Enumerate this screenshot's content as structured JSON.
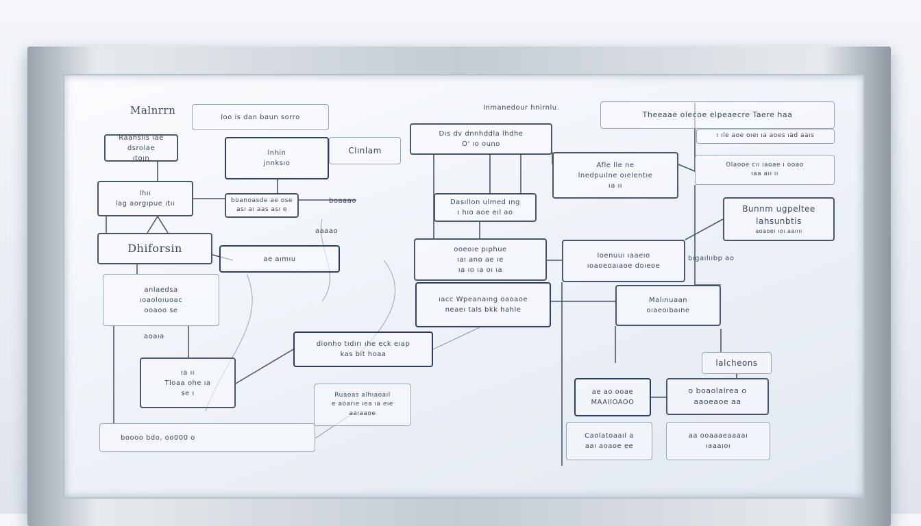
{
  "title_label": "Malnrrn",
  "top_center_label": "Inmanedour hnirnlu.",
  "right_label": "lalcheons",
  "boxes": {
    "b1": [
      "loo is dan baun sorro"
    ],
    "b2": [
      "Raanslıs ıae dsrolae",
      "ıtoın"
    ],
    "b3": [
      "lnhin",
      "jnnksıo"
    ],
    "b4": [
      "Clınlam"
    ],
    "b5": [
      "lhıı",
      "lag aorgıpue ıtıı"
    ],
    "b6": [
      "boanoasde ae ose",
      "ası aı aas ası e"
    ],
    "b7": [
      "Dhiforsin"
    ],
    "b8": [
      "ae aımıu"
    ],
    "b9": [
      "anlaedsa",
      "ıoaoloıuoac",
      "ooaoo se"
    ],
    "b10": [
      "ıa ıı",
      "Tloaa ohe ıa",
      "se ı"
    ],
    "b11": [
      "boooo bdo, oo000 o"
    ],
    "b12": [
      "dionho tıdırı ıhe eck eıap",
      "kas bit hoaa"
    ],
    "b13": [
      "Dıs dv dnnhddla lhdhe",
      "O' ıo ouno"
    ],
    "b14": [
      "Dasıllon ulmed ıng",
      "ı hıo aoe eıl ao"
    ],
    "b15": [
      "ooeoıe pıphue",
      "ıaı ano ae ıe"
    ],
    "b16": [
      "ıacc Wpeanaıng oaoaoe",
      "neaeı tals bkk hahle"
    ],
    "b17": [
      "Afle lle ne",
      "lnedpuılne oıelentıe",
      "ıa ıı"
    ],
    "b18": [
      "Theeaae olecoe elpeaecre Taere haa"
    ],
    "b19": [
      "ı ıle aoe oıeı ıa aoes ıad aaıs"
    ],
    "b20": [
      "Olaooe cıı ıaoae ı   ooao",
      "ıaa aıı ıı"
    ],
    "b21": [
      "Bunnm ugpeltee",
      "lahsunbtis",
      "aoaoeı ıoı aaıııı"
    ],
    "b22": [
      "Ioenuuı ıaaeıo",
      "ıoaoeoaıaoe doıeoe"
    ],
    "b23": [
      "Malınuaan",
      "oıaeoıbaıne"
    ],
    "b24": [
      "ae ao ooae",
      "MAAIIOAOO"
    ],
    "b25": [
      "o boaolalrea o",
      "aaoeaoe aa"
    ],
    "b26": [
      "Caolatoaaıl a",
      "aaı aoaoe ee"
    ],
    "b27": [
      "aa ooaaaeaaaaı",
      "ıaaaıoı"
    ],
    "b28": [
      "Ruaoas alhıaoaıl",
      "e aoarıe ıea ıa eıe",
      "aaıaaoe"
    ]
  },
  "notes": [
    "boaaao",
    "aaaao",
    "bıgaılııbp ao",
    "ıa ıo ıa oı ıa",
    "aoaıa"
  ],
  "colors": {
    "ink": "#3c4658",
    "dark_ink": "#2d3d66",
    "board": "#eef2f8",
    "frame": "#c4cbd3"
  }
}
